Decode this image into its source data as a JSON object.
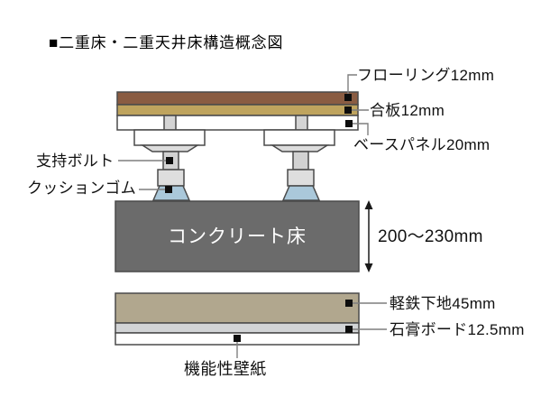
{
  "title": "■二重床・二重天井床構造概念図",
  "labels": {
    "flooring": "フローリング12mm",
    "plywood": "合板12mm",
    "base_panel": "ベースパネル20mm",
    "support_bolt": "支持ボルト",
    "cushion_rubber": "クッションゴム",
    "concrete_slab": "コンクリート床",
    "slab_thickness": "200〜230mm",
    "light_steel_frame": "軽鉄下地45mm",
    "gypsum_board": "石膏ボード12.5mm",
    "functional_wallpaper": "機能性壁紙"
  },
  "colors": {
    "flooring": "#8a5c42",
    "plywood": "#bfa45e",
    "metal_gray": "#d4d4d4",
    "cushion_rubber": "#aac8da",
    "concrete": "#6b6b6b",
    "light_steel_frame": "#b1a78e",
    "gypsum_board": "#d2d4d6",
    "outline": "#4a4a4a",
    "leader_line": "#7f7f7f",
    "background": "#ffffff"
  }
}
